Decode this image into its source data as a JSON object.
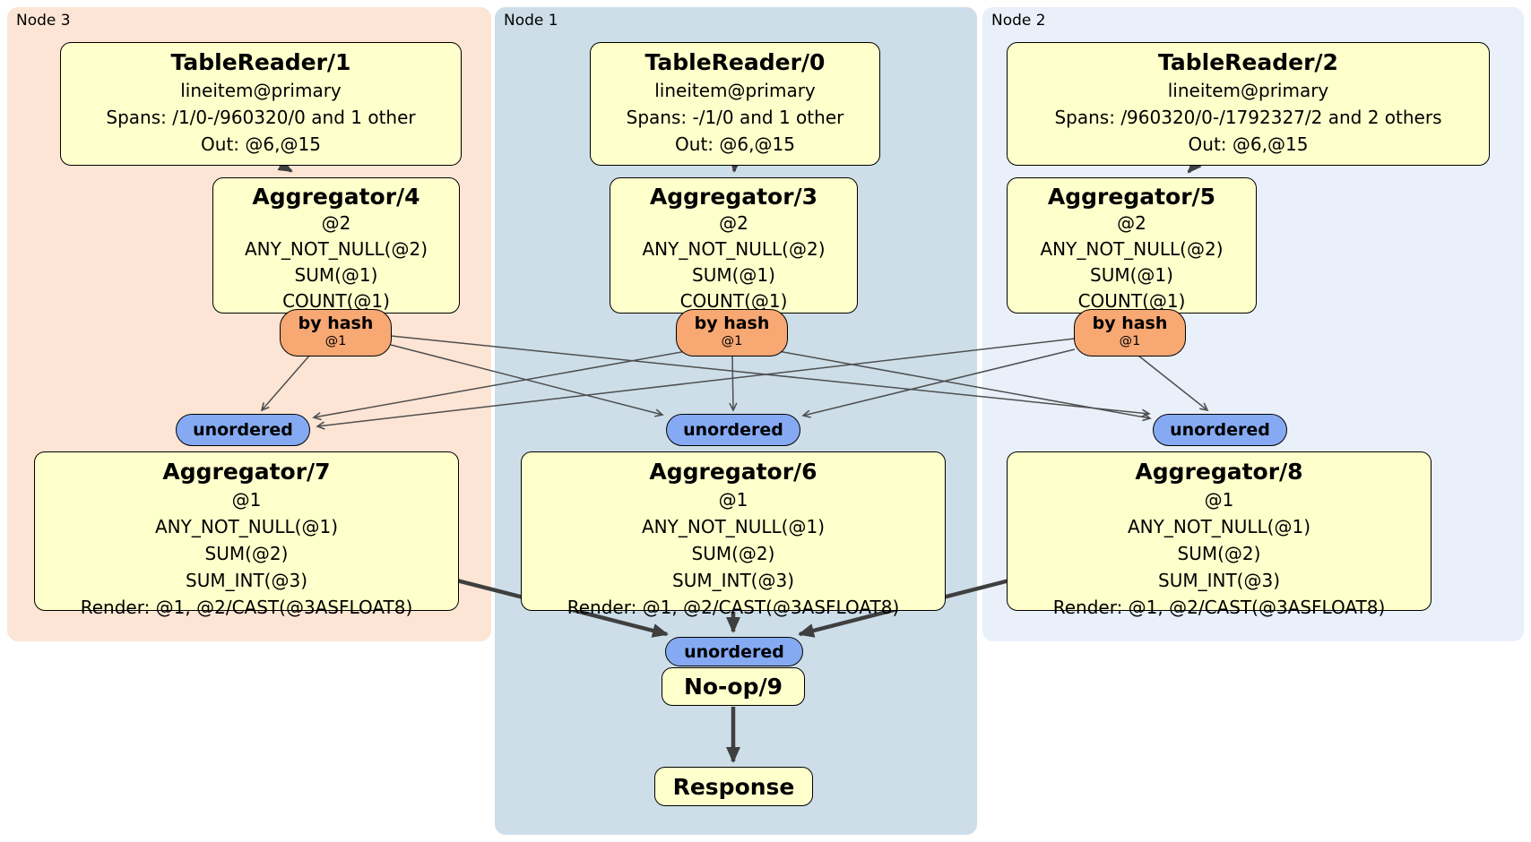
{
  "diagram": {
    "node_groups": [
      {
        "id": "node3",
        "label": "Node 3"
      },
      {
        "id": "node1",
        "label": "Node 1"
      },
      {
        "id": "node2",
        "label": "Node 2"
      }
    ],
    "processors": {
      "tr1": {
        "title": "TableReader/1",
        "lines": [
          "lineitem@primary",
          "Spans: /1/0-/960320/0 and 1 other",
          "Out: @6,@15"
        ]
      },
      "tr0": {
        "title": "TableReader/0",
        "lines": [
          "lineitem@primary",
          "Spans: -/1/0 and 1 other",
          "Out: @6,@15"
        ]
      },
      "tr2": {
        "title": "TableReader/2",
        "lines": [
          "lineitem@primary",
          "Spans: /960320/0-/1792327/2 and 2 others",
          "Out: @6,@15"
        ]
      },
      "agg4": {
        "title": "Aggregator/4",
        "lines": [
          "@2",
          "ANY_NOT_NULL(@2)",
          "SUM(@1)",
          "COUNT(@1)"
        ]
      },
      "agg3": {
        "title": "Aggregator/3",
        "lines": [
          "@2",
          "ANY_NOT_NULL(@2)",
          "SUM(@1)",
          "COUNT(@1)"
        ]
      },
      "agg5": {
        "title": "Aggregator/5",
        "lines": [
          "@2",
          "ANY_NOT_NULL(@2)",
          "SUM(@1)",
          "COUNT(@1)"
        ]
      },
      "agg7": {
        "title": "Aggregator/7",
        "lines": [
          "@1",
          "ANY_NOT_NULL(@1)",
          "SUM(@2)",
          "SUM_INT(@3)",
          "Render: @1, @2/CAST(@3ASFLOAT8)"
        ]
      },
      "agg6": {
        "title": "Aggregator/6",
        "lines": [
          "@1",
          "ANY_NOT_NULL(@1)",
          "SUM(@2)",
          "SUM_INT(@3)",
          "Render: @1, @2/CAST(@3ASFLOAT8)"
        ]
      },
      "agg8": {
        "title": "Aggregator/8",
        "lines": [
          "@1",
          "ANY_NOT_NULL(@1)",
          "SUM(@2)",
          "SUM_INT(@3)",
          "Render: @1, @2/CAST(@3ASFLOAT8)"
        ]
      },
      "noop": {
        "title": "No-op/9"
      },
      "response": {
        "title": "Response"
      }
    },
    "router": {
      "label": "by hash",
      "key": "@1"
    },
    "sync_label": "unordered",
    "colors": {
      "node3_bg": "#fde5d5",
      "node1_bg": "#cddee9",
      "node2_bg": "#e9f0fa",
      "processor_bg": "#ffffcc",
      "router_bg": "#f7a873",
      "sync_bg": "#85aaf3",
      "border": "#000000",
      "edge_thin": "#4f4f4f",
      "edge_thick": "#3f3f3f"
    }
  }
}
